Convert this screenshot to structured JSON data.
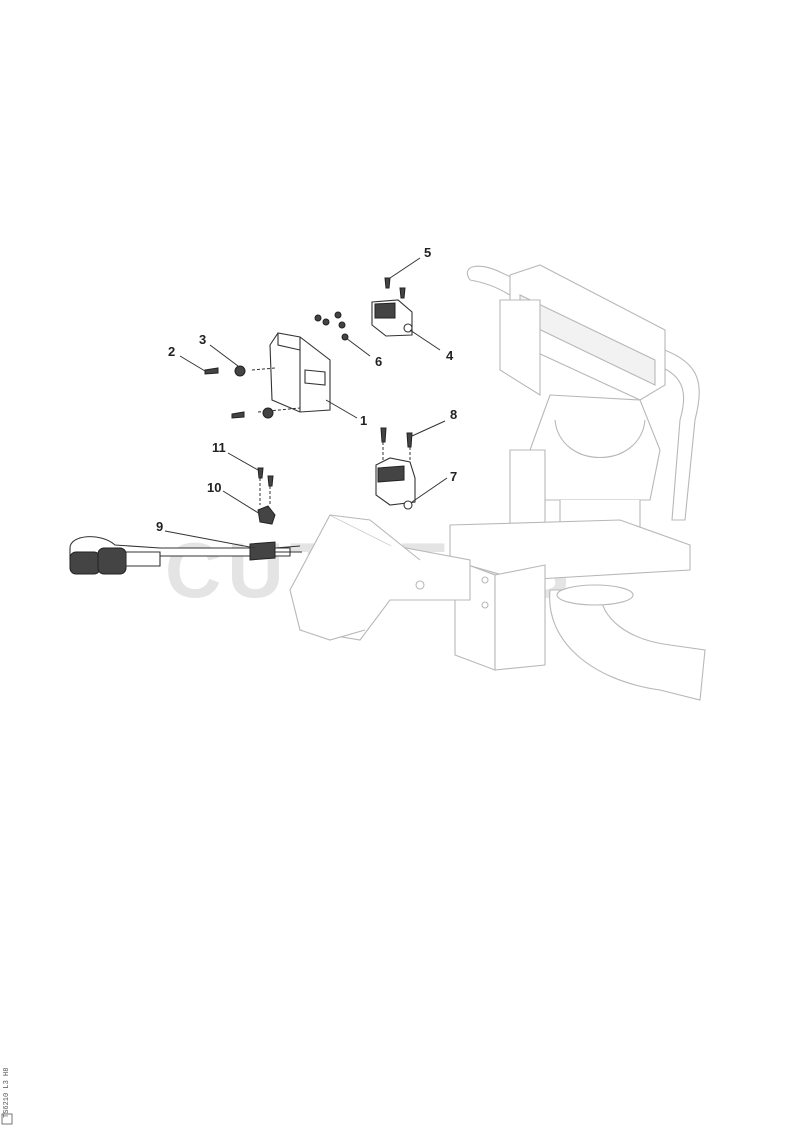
{
  "diagram": {
    "watermark": "CUTLERS",
    "side_code": "TS6210 L3 H8",
    "callouts": [
      "1",
      "2",
      "3",
      "4",
      "5",
      "6",
      "7",
      "8",
      "9",
      "10",
      "11"
    ]
  }
}
